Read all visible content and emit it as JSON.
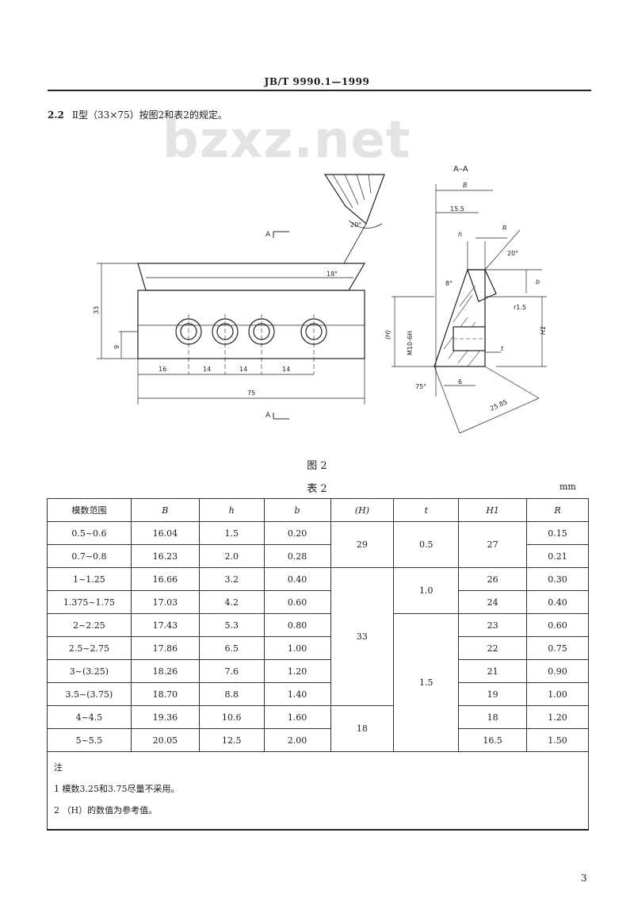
{
  "header": {
    "standard_number": "JB/T 9990.1—1999"
  },
  "clause": {
    "number": "2.2",
    "text": "Ⅱ型（33×75）按图2和表2的规定。"
  },
  "watermark": "bzxz.net",
  "figure": {
    "caption": "图 2",
    "section_label": "A–A",
    "cut_label_a": "A",
    "front_dims": {
      "height": "33",
      "hole_height": "9",
      "hole_spacing_first": "16",
      "hole_spacing_1": "14",
      "hole_spacing_2": "14",
      "hole_spacing_3": "14",
      "overall_length": "75",
      "bevel_angle": "18°",
      "detail_angle": "20°"
    },
    "section_dims": {
      "B": "B",
      "w155": "15.5",
      "h": "h",
      "R": "R",
      "angle20": "20°",
      "angle8": "8°",
      "b": "b",
      "r15": "r1.5",
      "H1": "H1",
      "H": "(H)",
      "thread": "M10-6H",
      "t": "t",
      "angle75": "75°",
      "d6": "6",
      "d2585": "25.85"
    }
  },
  "table": {
    "caption": "表 2",
    "unit": "mm",
    "headers": [
      "模数范围",
      "B",
      "h",
      "b",
      "(H)",
      "t",
      "H1",
      "R"
    ],
    "rows": [
      {
        "module": "0.5~0.6",
        "B": "16.04",
        "h": "1.5",
        "b": "0.20",
        "R": "0.15"
      },
      {
        "module": "0.7~0.8",
        "B": "16.23",
        "h": "2.0",
        "b": "0.28",
        "R": "0.21"
      },
      {
        "module": "1~1.25",
        "B": "16.66",
        "h": "3.2",
        "b": "0.40",
        "R": "0.30"
      },
      {
        "module": "1.375~1.75",
        "B": "17.03",
        "h": "4.2",
        "b": "0.60",
        "R": "0.40"
      },
      {
        "module": "2~2.25",
        "B": "17.43",
        "h": "5.3",
        "b": "0.80",
        "R": "0.60"
      },
      {
        "module": "2.5~2.75",
        "B": "17.86",
        "h": "6.5",
        "b": "1.00",
        "R": "0.75"
      },
      {
        "module": "3~(3.25)",
        "B": "18.26",
        "h": "7.6",
        "b": "1.20",
        "R": "0.90"
      },
      {
        "module": "3.5~(3.75)",
        "B": "18.70",
        "h": "8.8",
        "b": "1.40",
        "R": "1.00"
      },
      {
        "module": "4~4.5",
        "B": "19.36",
        "h": "10.6",
        "b": "1.60",
        "R": "1.20"
      },
      {
        "module": "5~5.5",
        "B": "20.05",
        "h": "12.5",
        "b": "2.00",
        "R": "1.50"
      }
    ],
    "H_groups": [
      "29",
      "33",
      "18"
    ],
    "t_groups": [
      "0.5",
      "1.0",
      "1.5"
    ],
    "H1_groups": [
      "27",
      "26",
      "24",
      "23",
      "22",
      "21",
      "19",
      "18",
      "16.5"
    ],
    "notes": {
      "title": "注",
      "items": [
        "1  模数3.25和3.75尽量不采用。",
        "2 （H）的数值为参考值。"
      ]
    }
  },
  "page_number": "3"
}
